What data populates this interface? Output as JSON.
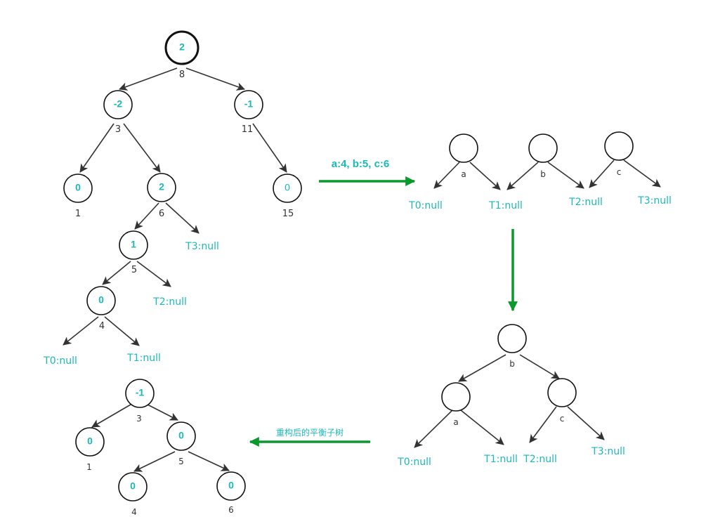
{
  "arrows": {
    "step1_label": "a:4, b:5, c:6",
    "step3_label": "重构后的平衡子树",
    "color": "#0a9a2c"
  },
  "colors": {
    "accent": "#1bb8b8",
    "edge": "#333333"
  },
  "tree1": {
    "n8": {
      "bf": "2",
      "key": "8"
    },
    "n3": {
      "bf": "-2",
      "key": "3"
    },
    "n11": {
      "bf": "-1",
      "key": "11"
    },
    "n1": {
      "bf": "0",
      "key": "1"
    },
    "n6": {
      "bf": "2",
      "key": "6"
    },
    "n15": {
      "bf": "0",
      "key": "15"
    },
    "n5": {
      "bf": "1",
      "key": "5"
    },
    "n4": {
      "bf": "0",
      "key": "4"
    },
    "leaves": {
      "t3": "T3:null",
      "t2": "T2:null",
      "t0": "T0:null",
      "t1": "T1:null"
    }
  },
  "split": {
    "a": "a",
    "b": "b",
    "c": "c",
    "t0": "T0:null",
    "t1": "T1:null",
    "t2": "T2:null",
    "t3": "T3:null"
  },
  "rebuilt": {
    "b": "b",
    "a": "a",
    "c": "c",
    "t0": "T0:null",
    "t1": "T1:null",
    "t2": "T2:null",
    "t3": "T3:null"
  },
  "result": {
    "n3": {
      "bf": "-1",
      "key": "3"
    },
    "n1": {
      "bf": "0",
      "key": "1"
    },
    "n5": {
      "bf": "0",
      "key": "5"
    },
    "n4": {
      "bf": "0",
      "key": "4"
    },
    "n6": {
      "bf": "0",
      "key": "6"
    }
  }
}
